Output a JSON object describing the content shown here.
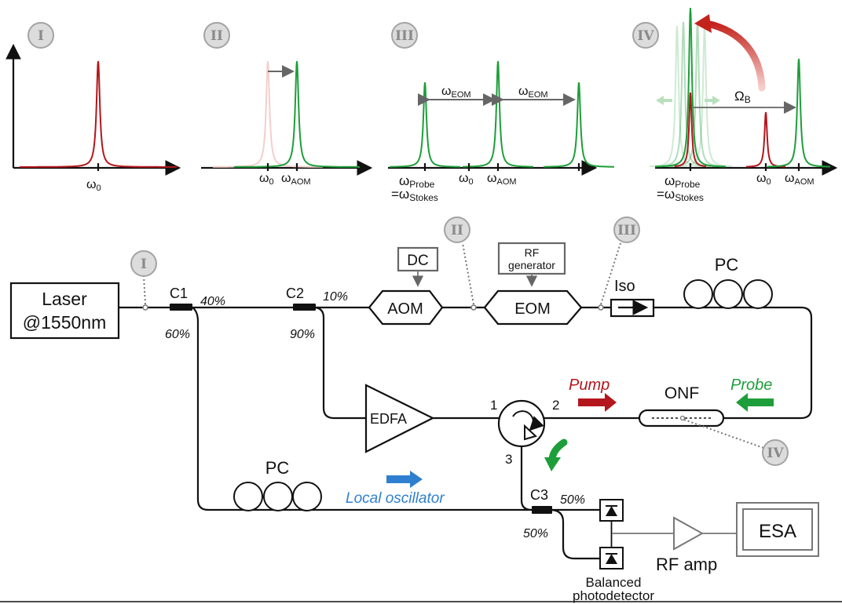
{
  "panels": {
    "stage_marks": [
      "I",
      "II",
      "III",
      "IV"
    ],
    "p1": {
      "omega0": "ω",
      "sub0": "0"
    },
    "p2": {
      "omega0": "ω",
      "sub0": "0",
      "omegaAOM": "ω",
      "subAOM": "AOM"
    },
    "p3": {
      "omegaEOM_left": "ω",
      "subEOM_left": "EOM",
      "omegaEOM_right": "ω",
      "subEOM_right": "EOM",
      "probe_w": "ω",
      "probe_sub": "Probe",
      "stokes_eq": "=ω",
      "stokes_sub": "Stokes",
      "omega0": "ω",
      "sub0": "0",
      "omegaAOM": "ω",
      "subAOM": "AOM"
    },
    "p4": {
      "Omega": "Ω",
      "Omega_sub": "B",
      "probe_w": "ω",
      "probe_sub": "Probe",
      "stokes_eq": "=ω",
      "stokes_sub": "Stokes",
      "omega0": "ω",
      "sub0": "0",
      "omegaAOM": "ω",
      "subAOM": "AOM"
    }
  },
  "setup": {
    "laser": [
      "Laser",
      "@1550nm"
    ],
    "c1": "C1",
    "c1_top": "40%",
    "c1_bottom": "60%",
    "c2": "C2",
    "c2_top": "10%",
    "c2_bottom": "90%",
    "dc": "DC",
    "rf_gen": [
      "RF",
      "generator"
    ],
    "aom": "AOM",
    "eom": "EOM",
    "iso": "Iso",
    "pc_top": "PC",
    "pc_bottom": "PC",
    "edfa": "EDFA",
    "circ_port1": "1",
    "circ_port2": "2",
    "circ_port3": "3",
    "pump": "Pump",
    "probe": "Probe",
    "onf": "ONF",
    "local_osc": "Local oscillator",
    "c3": "C3",
    "c3_top": "50%",
    "c3_bottom": "50%",
    "bpd": [
      "Balanced",
      "photodetector"
    ],
    "rfamp": "RF amp",
    "esa": "ESA"
  },
  "colors": {
    "red": "#b3161c",
    "green": "#1e9e3a",
    "blue": "#2f7fd0",
    "grey": "#777777",
    "pale_red": "#f3cfcc"
  }
}
